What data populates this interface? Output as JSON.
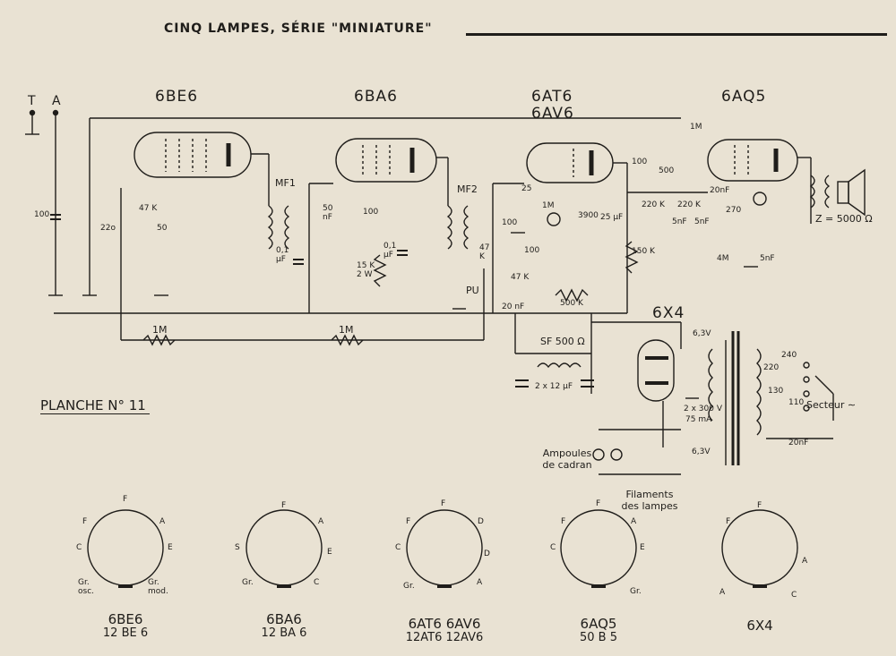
{
  "header": {
    "title": "CINQ LAMPES, SÉRIE \"MINIATURE\""
  },
  "plate_label": "PLANCHE N° 11",
  "antenna": {
    "terminal_t": "T",
    "terminal_a": "A"
  },
  "tubes": [
    {
      "name": "6BE6"
    },
    {
      "name": "6BA6"
    },
    {
      "name": "6AT6",
      "alt": "6AV6"
    },
    {
      "name": "6AQ5"
    },
    {
      "name": "6X4"
    }
  ],
  "components": {
    "c100_in": "100",
    "c220": "22o",
    "r47k": "47 K",
    "c50_osc": "50",
    "r1m_a": "1M",
    "r1m_b": "1M",
    "mf1": "MF1",
    "mf2": "MF2",
    "c01a": "0,1 µF",
    "c01b": "0,1 µF",
    "r15k": "15 K 2 W",
    "c50nf": "50 nF",
    "r100": "100",
    "c25": "25",
    "r1m_c": "1M",
    "c100_b": "100",
    "c100_c": "100",
    "r47k_b": "47 K",
    "r47k_c": "47 K",
    "r3900": "3900",
    "c25uf": "25 µF",
    "pu": "PU",
    "c20nf": "20 nF",
    "pot500k": "500 K",
    "r1m_top": "1M",
    "c500": "500",
    "r220k_a": "220 K",
    "r220k_b": "220 K",
    "c20nf_b": "20nF",
    "c5nf_a": "5nF",
    "c5nf_b": "5nF",
    "r270": "270",
    "r150k": "150 K",
    "r4m": "4M",
    "c5nf_c": "5nF",
    "c100_out": "100",
    "impedance": "Z = 5000 Ω",
    "sf": "SF 500 Ω",
    "caps_filter": "2 x 12 µF",
    "v63_a": "6,3V",
    "v63_b": "6,3V",
    "hv": "2 x 300 V",
    "current": "75 mA",
    "taps": [
      "240",
      "220",
      "130",
      "110"
    ],
    "c20nf_mains": "20nF",
    "secteur": "Secteur ∼",
    "ampoules": "Ampoules de cadran",
    "filaments": "Filaments des lampes",
    "tube_6x4": "6X4"
  },
  "bases": [
    {
      "name": "6BE6",
      "sub": "12 BE 6"
    },
    {
      "name": "6BA6",
      "sub": "12 BA 6"
    },
    {
      "name": "6AT6 6AV6",
      "sub": "12AT6 12AV6"
    },
    {
      "name": "6AQ5",
      "sub": "50 B 5"
    },
    {
      "name": "6X4",
      "sub": ""
    }
  ],
  "pin_labels": {
    "b1": [
      "F",
      "F",
      "A",
      "C",
      "E",
      "Gr. osc.",
      "Gr. mod."
    ],
    "b2": [
      "F",
      "S",
      "A",
      "E",
      "C",
      "Gr."
    ],
    "b3": [
      "F",
      "F",
      "D",
      "C",
      "D",
      "Gr.",
      "A"
    ],
    "b4": [
      "F",
      "F",
      "A",
      "C",
      "E",
      "Gr."
    ],
    "b5": [
      "F",
      "F",
      "A",
      "A",
      "C"
    ]
  }
}
